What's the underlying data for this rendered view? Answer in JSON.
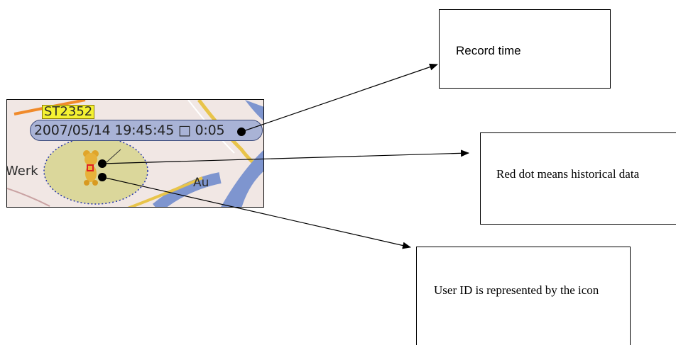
{
  "map": {
    "unit_tag": "ST2352",
    "timestamp": "2007/05/14 19:45:45 □ 0:05",
    "place_left": "Werk",
    "place_right": "Au",
    "icon": "teddy-bear-icon",
    "marker_color": "#e02020"
  },
  "callouts": {
    "record_time": "Record time",
    "red_dot": "Red dot means historical data",
    "user_id": "User ID is represented by the icon"
  }
}
